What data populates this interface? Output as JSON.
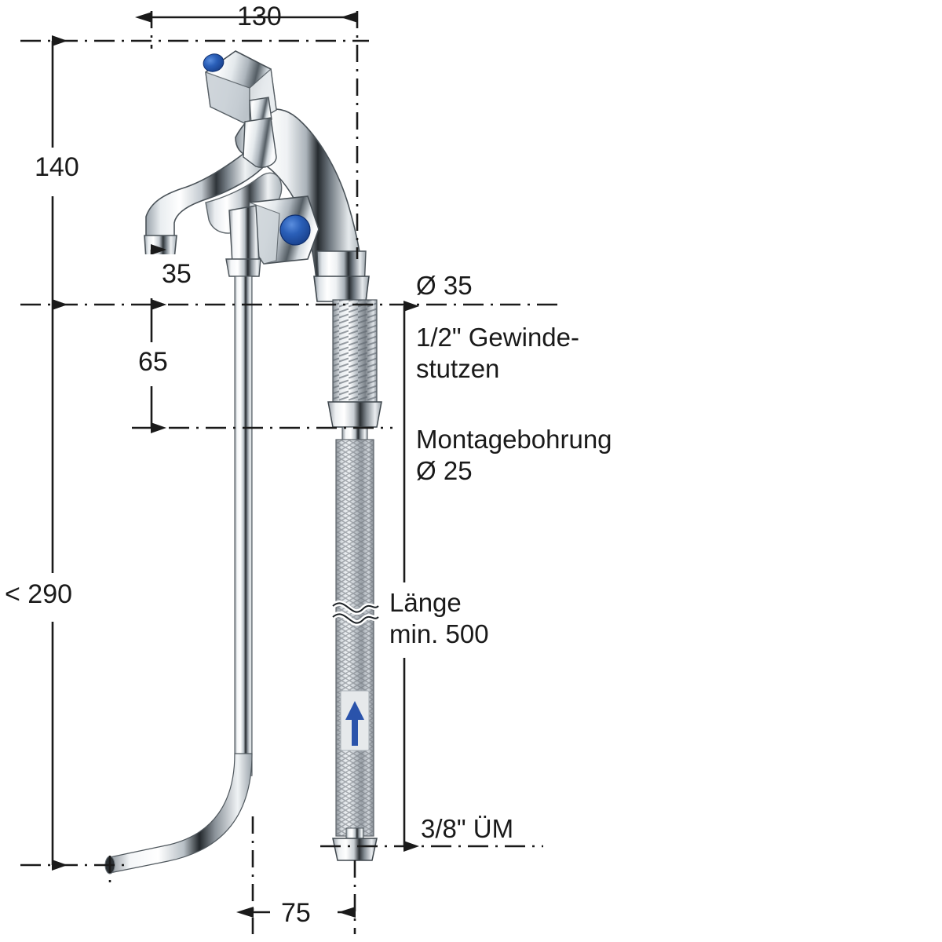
{
  "drawing": {
    "title": "Wasserhahn Massblatt",
    "type": "technical-dimension-drawing",
    "product": "Chrome pillar tap with braided supply hose",
    "units": "mm",
    "colors": {
      "line": "#1a1a1a",
      "chrome_light": "#f2f4f6",
      "chrome_mid": "#b9c0c6",
      "chrome_dark": "#3d4449",
      "indicator_blue": "#1f4fa8",
      "arrow_blue": "#2a53ab",
      "background": "#ffffff"
    }
  },
  "dimensions": {
    "width_top": "130",
    "height_total": "140",
    "spout_height": "35",
    "below_deck": "65",
    "max_depth": "< 290",
    "offset_bottom": "75"
  },
  "annotations": {
    "diameter_collar": "Ø 35",
    "thread_line1": "1/2\" Gewinde-",
    "thread_line2": "stutzen",
    "mounting_line1": "Montagebohrung",
    "mounting_line2": "Ø 25",
    "length_line1": "Länge",
    "length_line2": "min. 500",
    "hose_end": "3/8\" ÜM"
  },
  "icons": {
    "flow_arrow": "flow-direction-arrow-icon",
    "break_symbol": "hose-break-symbol-icon"
  }
}
